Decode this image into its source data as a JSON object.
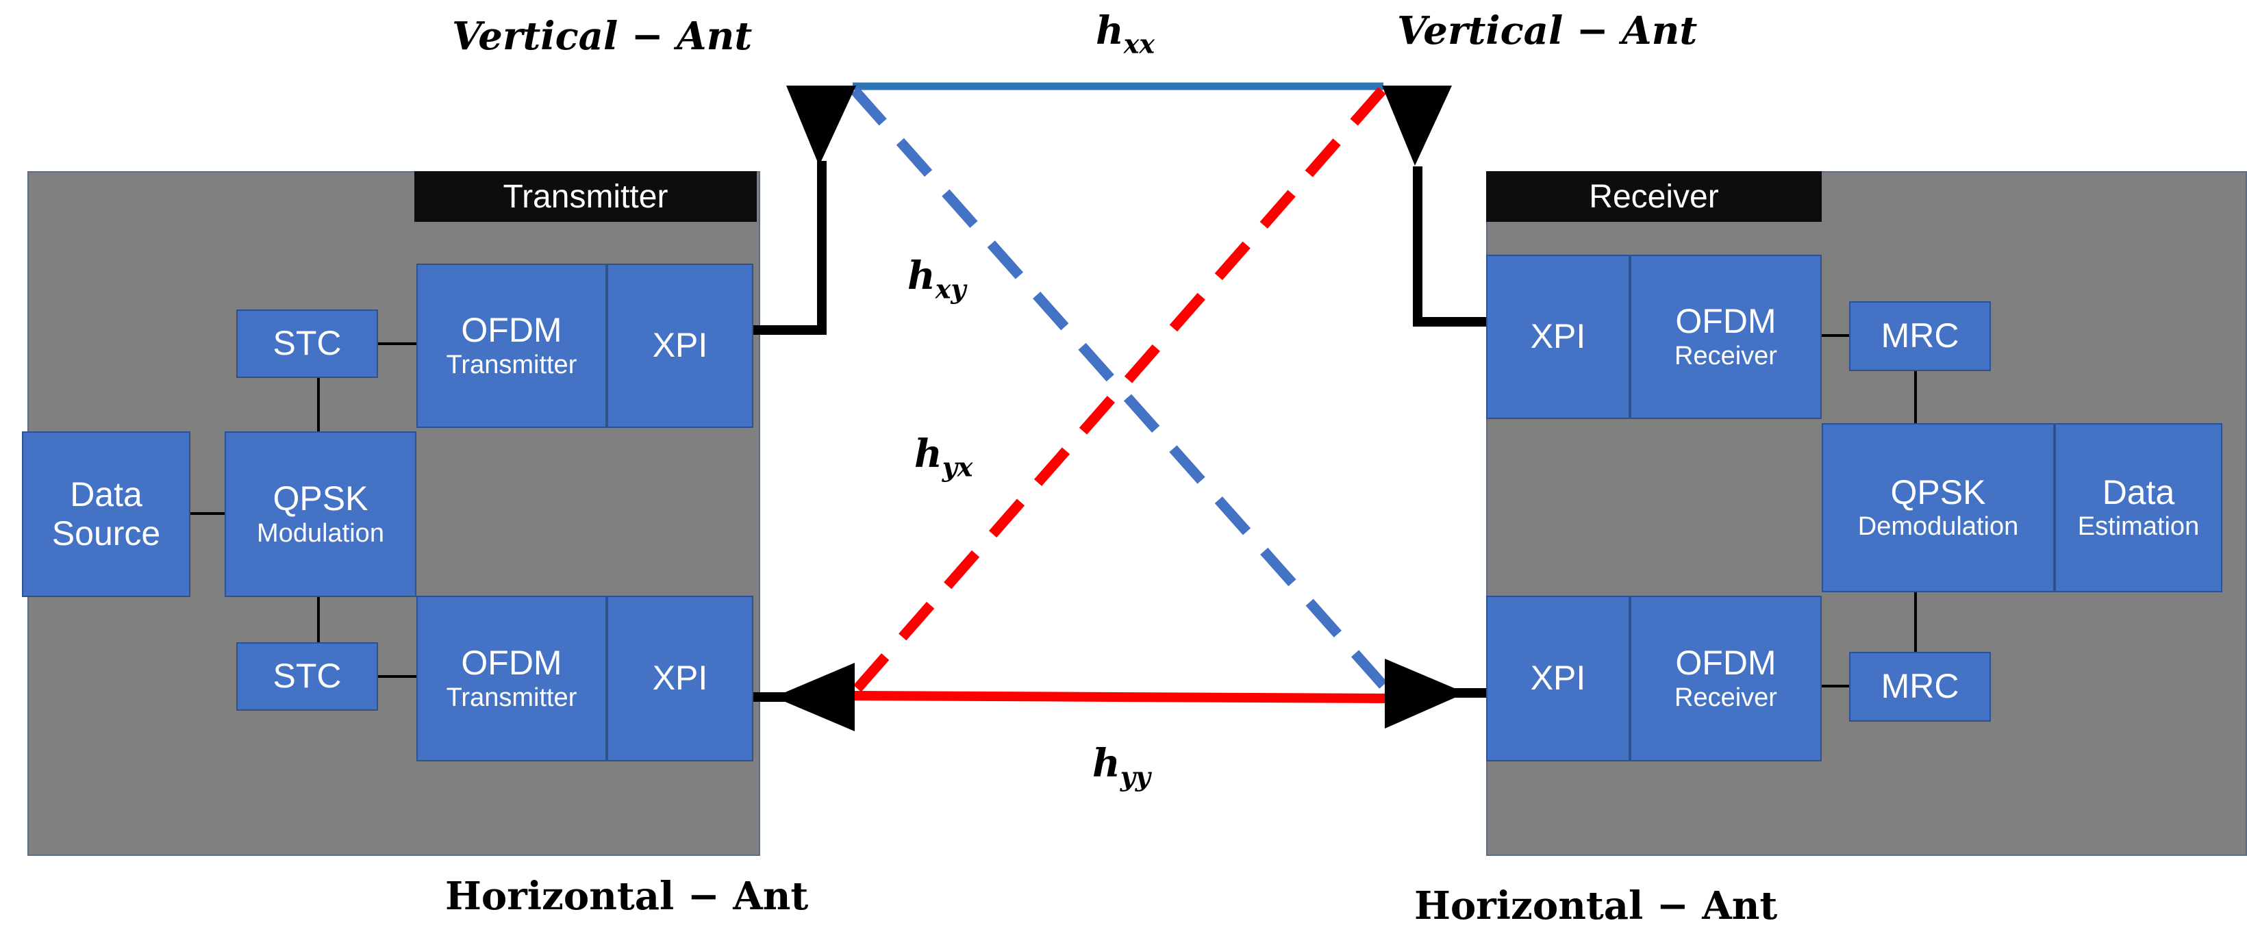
{
  "tx": {
    "header": "Transmitter",
    "data_source": [
      "Data",
      "Source"
    ],
    "qpsk_mod": [
      "QPSK",
      "Modulation"
    ],
    "stc_top": "STC",
    "stc_bottom": "STC",
    "ofdm_top": [
      "OFDM",
      "Transmitter"
    ],
    "ofdm_bottom": [
      "OFDM",
      "Transmitter"
    ],
    "xpi_top": "XPI",
    "xpi_bottom": "XPI"
  },
  "rx": {
    "header": "Receiver",
    "xpi_top": "XPI",
    "xpi_bottom": "XPI",
    "ofdm_top": [
      "OFDM",
      "Receiver"
    ],
    "ofdm_bottom": [
      "OFDM",
      "Receiver"
    ],
    "mrc_top": "MRC",
    "mrc_bottom": "MRC",
    "qpsk_demod": [
      "QPSK",
      "Demodulation"
    ],
    "data_est": [
      "Data",
      "Estimation"
    ]
  },
  "antennas": {
    "tx_vertical": "Vertical − Ant",
    "rx_vertical": "Vertical − Ant",
    "tx_horizontal": "Horizontal − Ant",
    "rx_horizontal": "Horizontal − Ant"
  },
  "channels": {
    "hxx": {
      "base": "h",
      "sub": "xx"
    },
    "hxy": {
      "base": "h",
      "sub": "xy"
    },
    "hyx": {
      "base": "h",
      "sub": "yx"
    },
    "hyy": {
      "base": "h",
      "sub": "yy"
    }
  },
  "colors": {
    "box_fill": "#4472c4",
    "panel_fill": "#808080",
    "header_fill": "#0d0d0d",
    "link_blue": "#2e75b6",
    "link_blue_dashed": "#4472c4",
    "link_red": "#ff0000"
  }
}
